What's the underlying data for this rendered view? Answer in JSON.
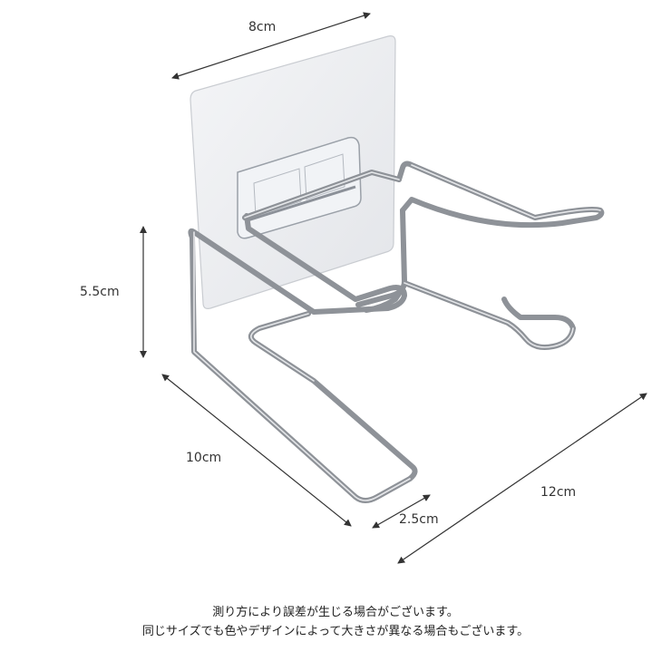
{
  "product": {
    "name": "wall-mounted wire holder with adhesive pad",
    "colors": {
      "wire": "#8e9298",
      "wire_highlight": "#eef0f2",
      "pad": "#eceef1",
      "dimension_line": "#333333"
    }
  },
  "dimensions": {
    "top_width": "8cm",
    "height": "5.5cm",
    "depth": "10cm",
    "gap": "2.5cm",
    "length": "12cm"
  },
  "caption": {
    "line1": "測り方により誤差が生じる場合がございます。",
    "line2": "同じサイズでも色やデザインによって大きさが異なる場合もございます。"
  }
}
